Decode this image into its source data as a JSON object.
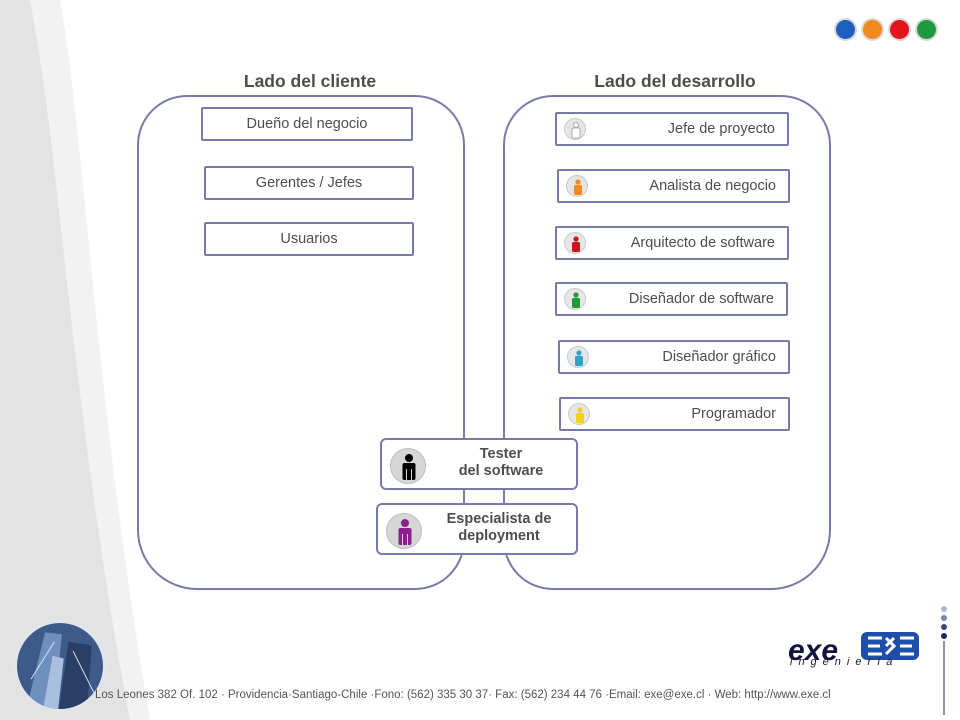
{
  "header": {
    "dots": [
      {
        "name": "blue-dot",
        "color": "#1f5fbf"
      },
      {
        "name": "orange-dot",
        "color": "#f08a1c"
      },
      {
        "name": "red-dot",
        "color": "#e5141c"
      },
      {
        "name": "green-dot",
        "color": "#1c9a3c"
      }
    ]
  },
  "columns": {
    "client": {
      "title": "Lado del cliente",
      "roles": [
        "Dueño del negocio",
        "Gerentes / Jefes",
        "Usuarios"
      ]
    },
    "dev": {
      "title": "Lado del desarrollo",
      "roles": [
        {
          "label": "Jefe de proyecto",
          "icon": "person-icon-white",
          "color": "#ffffff"
        },
        {
          "label": "Analista de negocio",
          "icon": "person-icon-orange",
          "color": "#f08a1c"
        },
        {
          "label": "Arquitecto de software",
          "icon": "person-icon-red",
          "color": "#c8141c"
        },
        {
          "label": "Diseñador de software",
          "icon": "person-icon-green",
          "color": "#1c9a3c"
        },
        {
          "label": "Diseñador gráfico",
          "icon": "person-icon-cyan",
          "color": "#2aa6c8"
        },
        {
          "label": "Programador",
          "icon": "person-icon-yellow",
          "color": "#f2d21c"
        }
      ]
    }
  },
  "shared": {
    "tester": {
      "line1": "Tester",
      "line2": "del software",
      "color": "#000000"
    },
    "deployment": {
      "line1": "Especialista de",
      "line2": "deployment",
      "color": "#8a1f8e"
    }
  },
  "brand": {
    "logo_main": "exe",
    "logo_sub": "ingeniería"
  },
  "footer": {
    "text": "Los Leones 382 Of. 102 · Providencia·Santiago-Chile ·Fono: (562) 335 30 37· Fax: (562) 234 44 76 ·Email: exe@exe.cl · Web: http://www.exe.cl"
  }
}
